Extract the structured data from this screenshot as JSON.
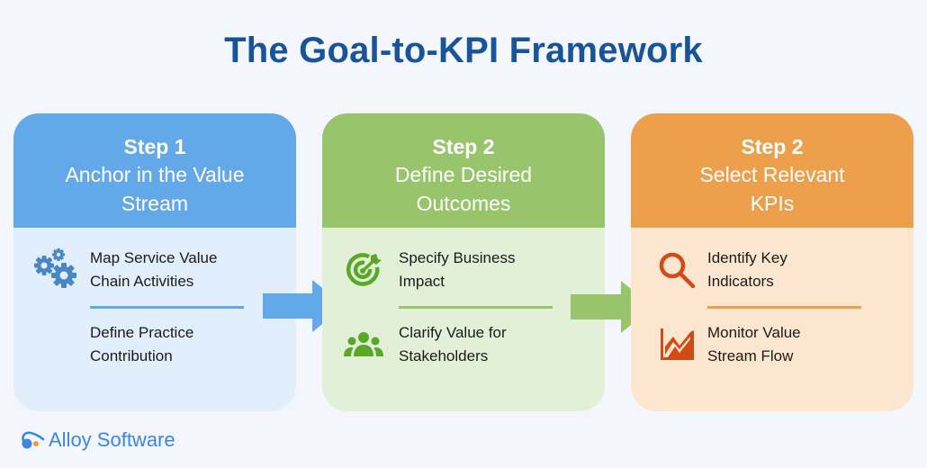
{
  "title": "The Goal-to-KPI Framework",
  "colors": {
    "title": "#1a5498",
    "background": "#f3f7fd",
    "blue_header": "#63a8e8",
    "blue_body": "#e1eefc",
    "blue_icon": "#4a86c6",
    "green_header": "#98c56c",
    "green_body": "#e2f0d8",
    "green_icon": "#5aa828",
    "orange_header": "#eda04c",
    "orange_body": "#fde6d0",
    "orange_icon": "#d24a14",
    "brand": "#3a86e0",
    "brand_dot": "#f29a3a"
  },
  "steps": [
    {
      "label": "Step 1",
      "title_line1": "Anchor in the Value",
      "title_line2": "Stream",
      "items": [
        {
          "line1": "Map Service Value",
          "line2": "Chain Activities",
          "icon": "gears-icon"
        },
        {
          "line1": "Define Practice",
          "line2": "Contribution",
          "icon": ""
        }
      ]
    },
    {
      "label": "Step 2",
      "title_line1": "Define Desired",
      "title_line2": "Outcomes",
      "items": [
        {
          "line1": "Specify Business",
          "line2": "Impact",
          "icon": "target-icon"
        },
        {
          "line1": "Clarify Value for",
          "line2": "Stakeholders",
          "icon": "people-group-icon"
        }
      ]
    },
    {
      "label": "Step 2",
      "title_line1": "Select Relevant",
      "title_line2": "KPIs",
      "items": [
        {
          "line1": "Identify Key",
          "line2": "Indicators",
          "icon": "magnifier-icon"
        },
        {
          "line1": "Monitor Value",
          "line2": "Stream Flow",
          "icon": "area-chart-icon"
        }
      ]
    }
  ],
  "brand": {
    "name": "Alloy Software",
    "icon": "alloy-logo-icon"
  }
}
